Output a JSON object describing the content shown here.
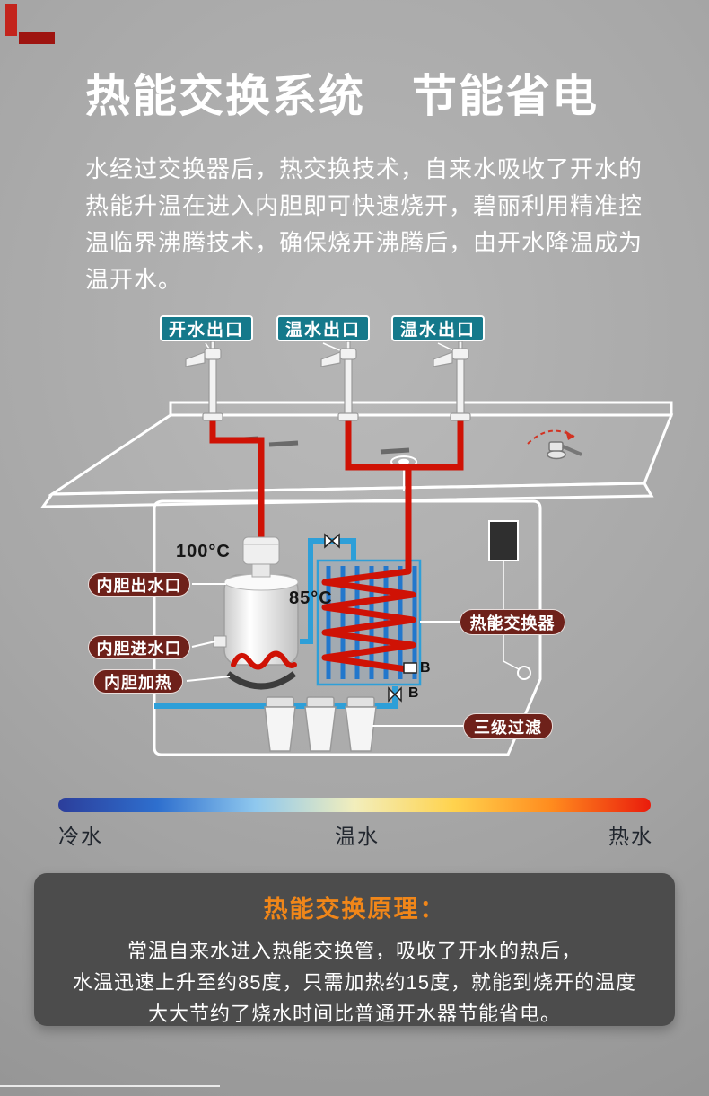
{
  "header": {
    "title": "热能交换系统　节能省电",
    "intro_lines": [
      "水经过交换器后，热交换技术，自来水吸收了开水的",
      "热能升温在进入内胆即可快速烧开，碧丽利用精准控",
      "温临界沸腾技术，确保烧开沸腾后，由开水降温成为",
      "温开水。"
    ]
  },
  "diagram": {
    "outlets": [
      "开水出口",
      "温水出口",
      "温水出口"
    ],
    "parts": {
      "tank_outlet": "内胆出水口",
      "tank_inlet": "内胆进水口",
      "tank_heater": "内胆加热",
      "heat_exchanger": "热能交换器",
      "filters": "三级过滤"
    },
    "temps": {
      "boiler": "100°C",
      "exchanger_out": "85°C"
    },
    "valve_marks": [
      "B",
      "B"
    ],
    "colors": {
      "hot_pipe": "#cf1205",
      "cold_pipe": "#2e9fd8",
      "outlet_label_bg": "#15798b",
      "part_label_bg": "#6e211a"
    }
  },
  "temperature_bar": {
    "labels": {
      "cold": "冷水",
      "warm": "温水",
      "hot": "热水"
    },
    "gradient": [
      "#2c3e9b",
      "#2e6fce",
      "#8fc8ee",
      "#f2eebc",
      "#ffd34e",
      "#ff8b1e",
      "#ea1c0c"
    ]
  },
  "principle": {
    "title": "热能交换原理：",
    "lines": [
      "常温自来水进入热能交换管，吸收了开水的热后，",
      "水温迅速上升至约85度，只需加热约15度，就能到烧开的温度",
      "大大节约了烧水时间比普通开水器节能省电。"
    ]
  }
}
